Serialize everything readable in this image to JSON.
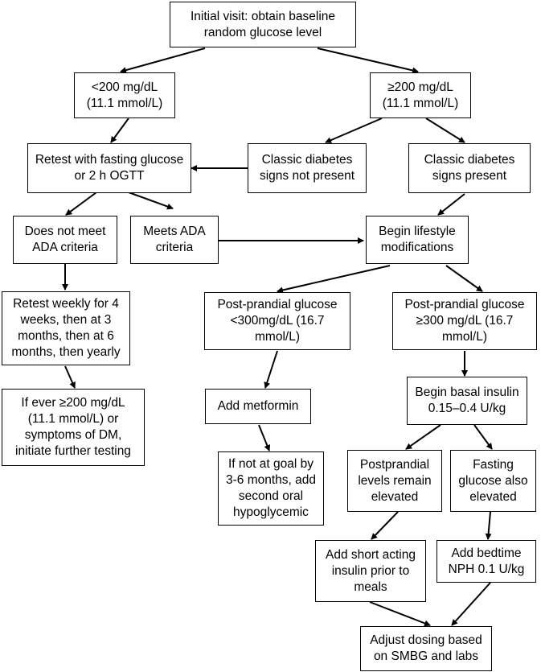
{
  "nodes": {
    "initial": "Initial visit: obtain baseline\nrandom glucose level",
    "lt200": "<200 mg/dL\n(11.1 mmol/L)",
    "ge200": "≥200 mg/dL\n(11.1 mmol/L)",
    "retest_fasting": "Retest with fasting glucose\nor 2 h OGTT",
    "classic_not_present": "Classic diabetes\nsigns not present",
    "classic_present": "Classic diabetes\nsigns present",
    "not_meet_ada": "Does not meet\nADA criteria",
    "meets_ada": "Meets ADA\ncriteria",
    "lifestyle": "Begin lifestyle\nmodifications",
    "retest_weekly": "Retest weekly for 4\nweeks, then at 3\nmonths, then at 6\nmonths, then yearly",
    "pp_lt300": "Post-prandial glucose\n<300mg/dL (16.7\nmmol/L)",
    "pp_ge300": "Post-prandial glucose\n≥300 mg/dL (16.7\nmmol/L)",
    "if_ever": "If ever ≥200 mg/dL\n(11.1 mmol/L) or\nsymptoms of DM,\ninitiate further testing",
    "metformin": "Add metformin",
    "basal": "Begin basal insulin\n0.15–0.4 U/kg",
    "not_at_goal": "If not at goal by\n3-6 months, add\nsecond oral\nhypoglycemic",
    "postprandial_elev": "Postprandial\nlevels remain\nelevated",
    "fasting_elev": "Fasting\nglucose also\nelevated",
    "short_acting": "Add short acting\ninsulin prior to\nmeals",
    "bedtime_nph": "Add bedtime\nNPH 0.1 U/kg",
    "adjust": "Adjust dosing based\non SMBG and labs"
  }
}
